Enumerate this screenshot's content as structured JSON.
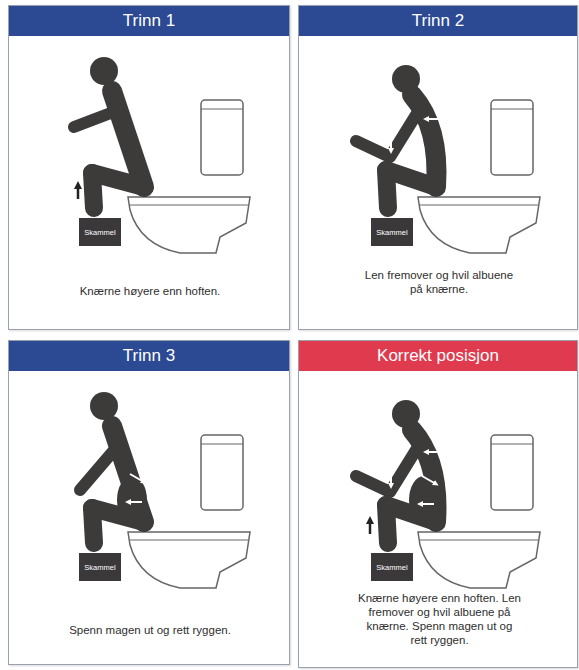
{
  "diagram": {
    "nodes": [
      {
        "text": [
          "Trinn 1",
          "Knærne høyere enn hoften."
        ]
      },
      {
        "text": [
          "Skammel"
        ],
        "in": 0
      },
      {
        "text": [
          "Trinn 2",
          "Len fremover og hvil albuene på knærne."
        ]
      },
      {
        "text": [
          "Skammel"
        ],
        "in": 2
      },
      {
        "text": [
          "Trinn 3",
          "Spenn magen ut og rett ryggen."
        ]
      },
      {
        "text": [
          "Skammel"
        ],
        "in": 4
      },
      {
        "text": [
          "Korrekt posisjon",
          "Knærne høyere enn hoften. Len fremover og hvil albuene på knærne. Spenn magen ut og rett ryggen."
        ]
      },
      {
        "text": [
          "Skammel"
        ],
        "in": 6
      }
    ]
  }
}
